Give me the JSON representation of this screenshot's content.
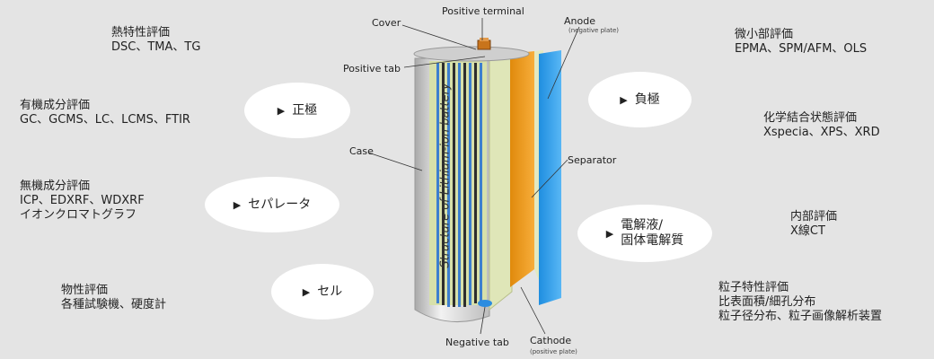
{
  "left_groups": [
    {
      "title": "熱特性評価",
      "lines": [
        "DSC、TMA、TG"
      ]
    },
    {
      "title": "有機成分評価",
      "lines": [
        "GC、GCMS、LC、LCMS、FTIR"
      ]
    },
    {
      "title": "無機成分評価",
      "lines": [
        "ICP、EDXRF、WDXRF",
        "イオンクロマトグラフ"
      ]
    },
    {
      "title": "物性評価",
      "lines": [
        "各種試験機、硬度計"
      ]
    }
  ],
  "right_groups": [
    {
      "title": "微小部評価",
      "lines": [
        "EPMA、SPM/AFM、OLS"
      ]
    },
    {
      "title": "化学結合状態評価",
      "lines": [
        "Xspecia、XPS、XRD"
      ]
    },
    {
      "title": "内部評価",
      "lines": [
        "X線CT"
      ]
    },
    {
      "title": "粒子特性評価",
      "lines": [
        "比表面積/細孔分布",
        "粒子径分布、粒子画像解析装置"
      ]
    }
  ],
  "ovals": {
    "positive": "正極",
    "separator": "セパレータ",
    "cell": "セル",
    "negative": "負極",
    "electrolyte": [
      "電解液/",
      "固体電解質"
    ]
  },
  "callouts": {
    "positive_terminal": "Positive terminal",
    "cover": "Cover",
    "anode": "Anode",
    "anode_sub": "(negative plate)",
    "positive_tab": "Positive tab",
    "case": "Case",
    "separator": "Separator",
    "negative_tab": "Negative tab",
    "cathode": "Cathode",
    "cathode_sub": "(positive plate)",
    "vertical_title": "Structure of Lithium-ion battery"
  },
  "colors": {
    "anode": "#2b9be8",
    "cathode": "#f39c1a",
    "separator": "#dfe6b8",
    "case": "#c9c9c9",
    "background": "#e4e4e4"
  }
}
